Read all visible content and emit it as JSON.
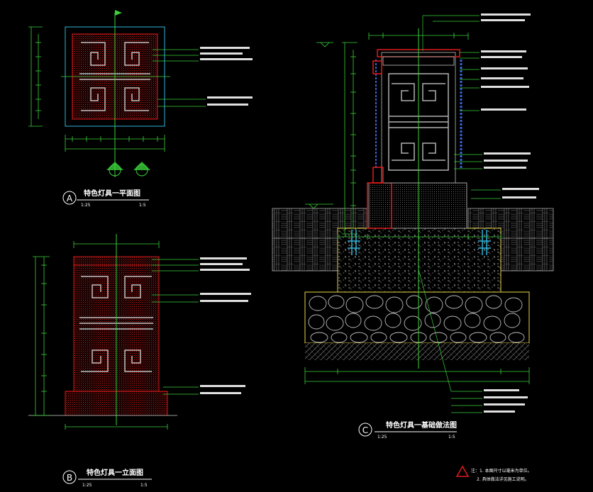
{
  "drawing": {
    "background": "#000000",
    "colors": {
      "red": "#e21b1b",
      "white": "#ffffff",
      "green": "#3bd13b",
      "yellow": "#e9d54a",
      "cyan": "#2fb4d9",
      "grey": "#9a9a9a",
      "blue": "#3a63d8",
      "dark_grey": "#5a5a5a"
    },
    "icons": [
      "section-marker-icon",
      "warning-triangle-icon",
      "north-flag-icon"
    ]
  },
  "views": {
    "plan": {
      "marker": "A",
      "title": "特色灯具一平面图",
      "scale_left": "1:25",
      "scale_right": "1:5"
    },
    "elevation": {
      "marker": "B",
      "title": "特色灯具一立面图",
      "scale_left": "1:25",
      "scale_right": "1:5"
    },
    "section": {
      "marker": "C",
      "title": "特色灯具一基础做法图",
      "scale_left": "1:25",
      "scale_right": "1:5"
    }
  },
  "notes": {
    "line1": "注：1. 本图尺寸以毫米为单位。",
    "line2": "2. 具体做法详见施工说明。"
  }
}
